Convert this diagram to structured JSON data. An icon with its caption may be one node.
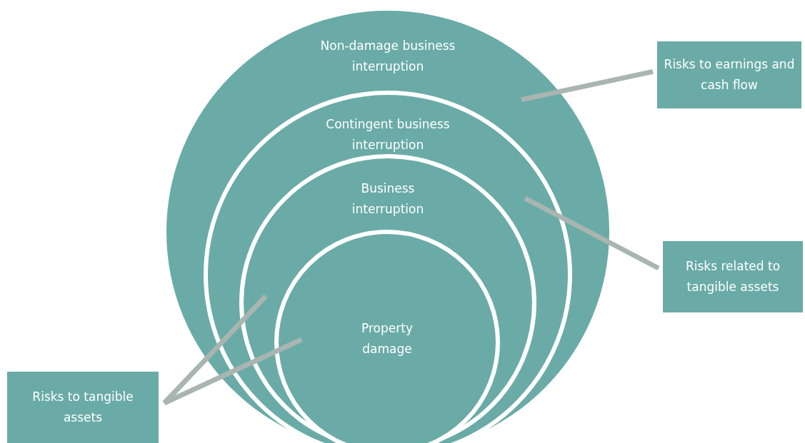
{
  "diagram": {
    "nodes": [
      {
        "text": [
          "Non-damage business interruption"
        ]
      },
      {
        "text": [
          "Contingent business interruption"
        ],
        "in": 0
      },
      {
        "text": [
          "Business interruption"
        ],
        "in": 1
      },
      {
        "text": [
          "Property damage"
        ],
        "in": 2
      },
      {
        "text": [
          "Risks to earnings and cash flow"
        ]
      },
      {
        "text": [
          "Risks related to tangible assets"
        ]
      },
      {
        "text": [
          "Risks to tangible assets"
        ]
      }
    ],
    "edges": [
      {
        "from": 4,
        "to": 0,
        "arrow": "none"
      },
      {
        "from": 5,
        "to": 1,
        "arrow": "none"
      },
      {
        "from": 6,
        "to": 2,
        "arrow": "none"
      },
      {
        "from": 6,
        "to": 3,
        "arrow": "none"
      }
    ]
  }
}
